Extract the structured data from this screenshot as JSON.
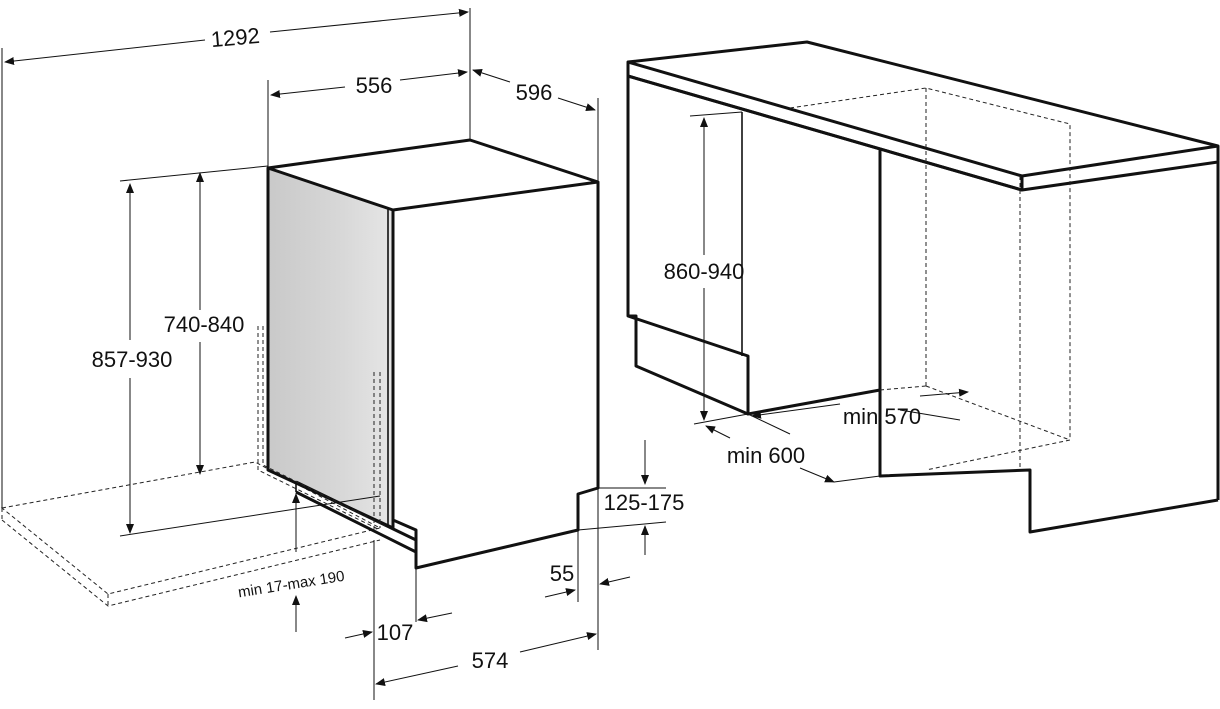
{
  "dimensions": {
    "overall_width": "1292",
    "body_width": "556",
    "depth": "596",
    "height_total": "857-930",
    "height_panel": "740-840",
    "plinth_gap": "min 17-max 190",
    "door_offset": "107",
    "base_depth": "574",
    "foot_inset": "55",
    "plinth_height": "125-175",
    "niche_height": "860-940",
    "niche_width": "min 570",
    "niche_depth": "min 600"
  }
}
